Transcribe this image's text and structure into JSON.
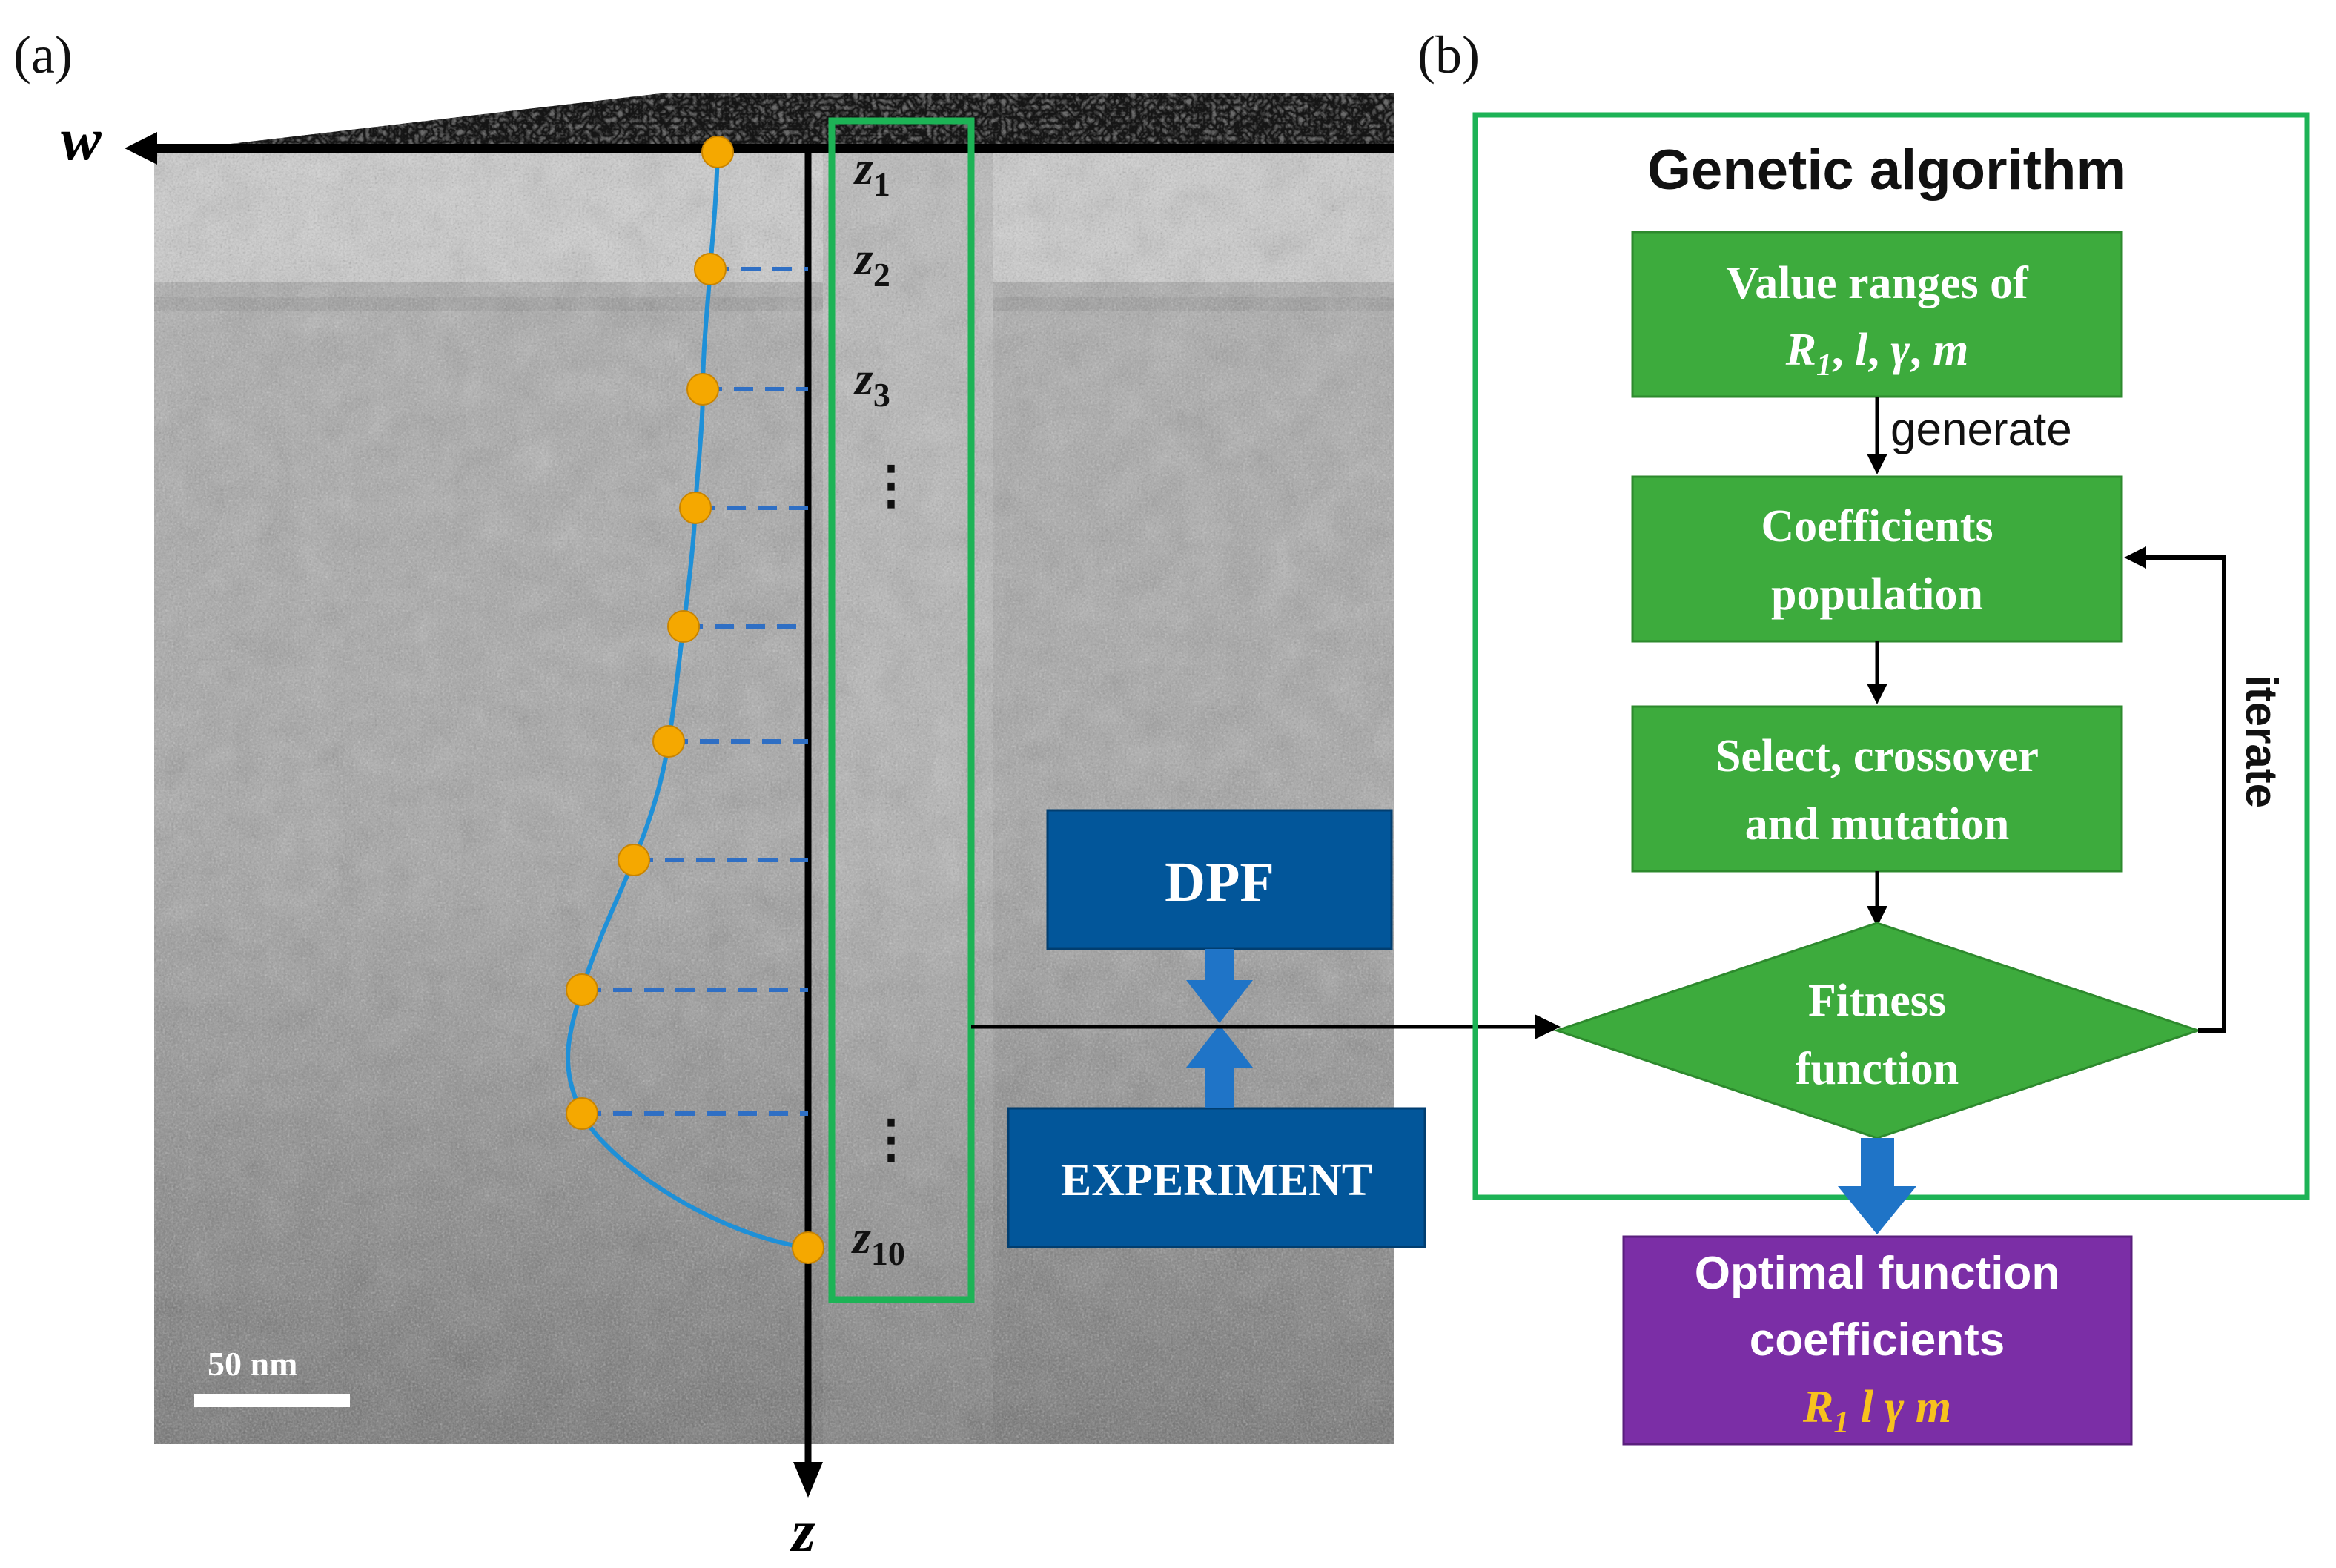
{
  "panel_a": {
    "label": "(a)",
    "w_axis_label": "w",
    "z_axis_label": "z",
    "z_markers": [
      {
        "var": "z",
        "sub": "1"
      },
      {
        "var": "z",
        "sub": "2"
      },
      {
        "var": "z",
        "sub": "3"
      },
      {
        "var": "z",
        "sub": "10"
      }
    ],
    "ellipsis": "⋮",
    "scale_bar": "50 nm",
    "dpf_label": "DPF",
    "experiment_label": "EXPERIMENT"
  },
  "panel_b": {
    "label": "(b)",
    "title": "Genetic algorithm",
    "box1_line1": "Value ranges of",
    "box1_params": [
      "R",
      "1",
      "l",
      "γ",
      "m"
    ],
    "arrow_generate": "generate",
    "box2_line1": "Coefficients",
    "box2_line2": "population",
    "box3_line1": "Select, crossover",
    "box3_line2": "and mutation",
    "diamond_line1": "Fitness",
    "diamond_line2": "function",
    "iterate_label": "iterate",
    "output_line1": "Optimal function",
    "output_line2": "coefficients",
    "output_params": [
      "R",
      "1",
      "l",
      "γ",
      "m"
    ]
  },
  "colors": {
    "green_box": "#3dab3d",
    "green_frame": "#1db356",
    "navy_box": "#02569a",
    "purple_box": "#7b2ea6",
    "orange_dot": "#f5a800",
    "curve_blue": "#1e90d8",
    "dash_blue": "#2f6fc4",
    "arrow_blue": "#1f74c7",
    "param_gold": "#f7c21e"
  }
}
